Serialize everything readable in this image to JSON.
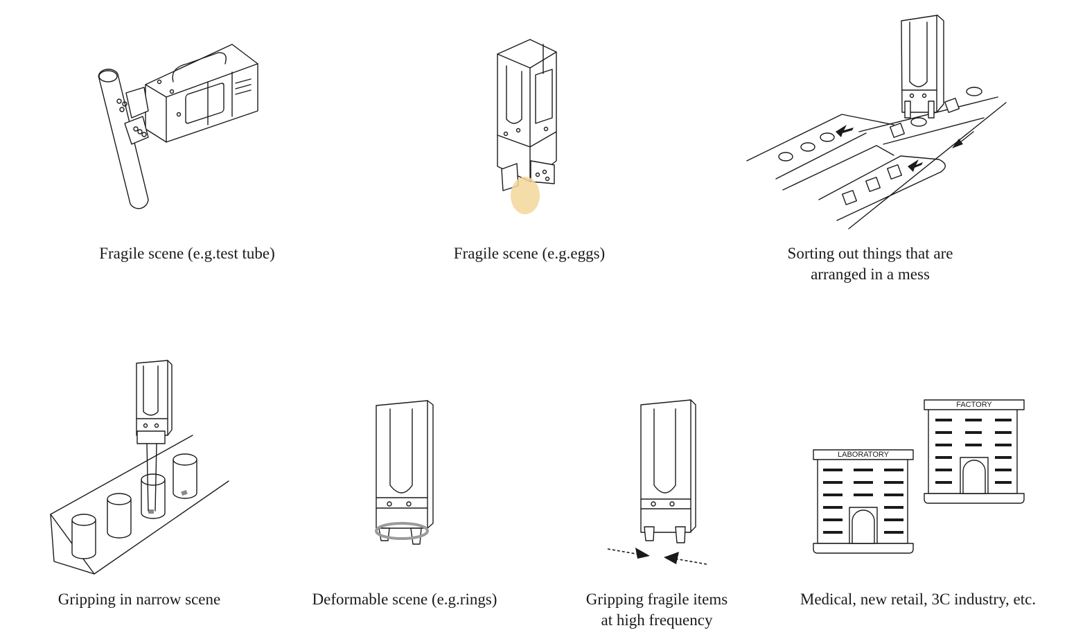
{
  "scenes": [
    {
      "caption_lines": [
        "Fragile scene (e.g.test tube)"
      ]
    },
    {
      "caption_lines": [
        "Fragile scene (e.g.eggs)"
      ]
    },
    {
      "caption_lines": [
        "Sorting out things that are",
        "arranged in a mess"
      ]
    },
    {
      "caption_lines": [
        "Gripping in narrow scene"
      ]
    },
    {
      "caption_lines": [
        "Deformable scene (e.g.rings)"
      ]
    },
    {
      "caption_lines": [
        "Gripping fragile items",
        "at high frequency"
      ]
    },
    {
      "caption_lines": [
        "Medical, new retail, 3C industry, etc."
      ]
    }
  ],
  "signs": {
    "factory": "FACTORY",
    "laboratory": "LABORATORY"
  },
  "colors": {
    "line": "#1a1a1a",
    "egg": "#f2d79a",
    "ring": "#9a9a9a"
  }
}
